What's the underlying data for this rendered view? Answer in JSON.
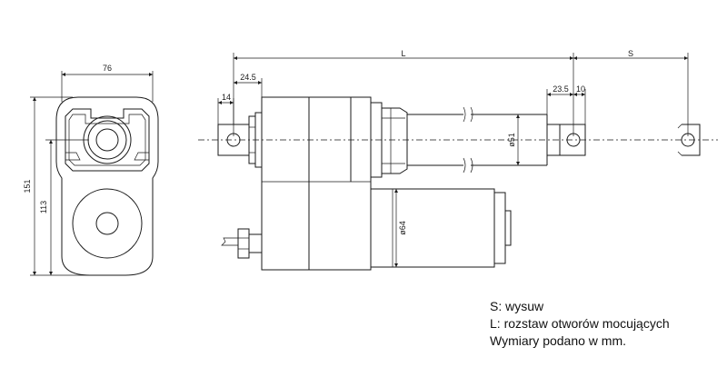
{
  "dimensions": {
    "width_76": "76",
    "height_151": "151",
    "height_113": "113",
    "length_L": "L",
    "stroke_S": "S",
    "d_24_5": "24.5",
    "d_14": "14",
    "d_23_5": "23.5",
    "d_10": "10",
    "dia_51": "ø51",
    "dia_64": "ø64"
  },
  "legend": {
    "line_s": "S: wysuw",
    "line_l": "L: rozstaw otworów mocujących",
    "line_units": "Wymiary podano w mm."
  }
}
